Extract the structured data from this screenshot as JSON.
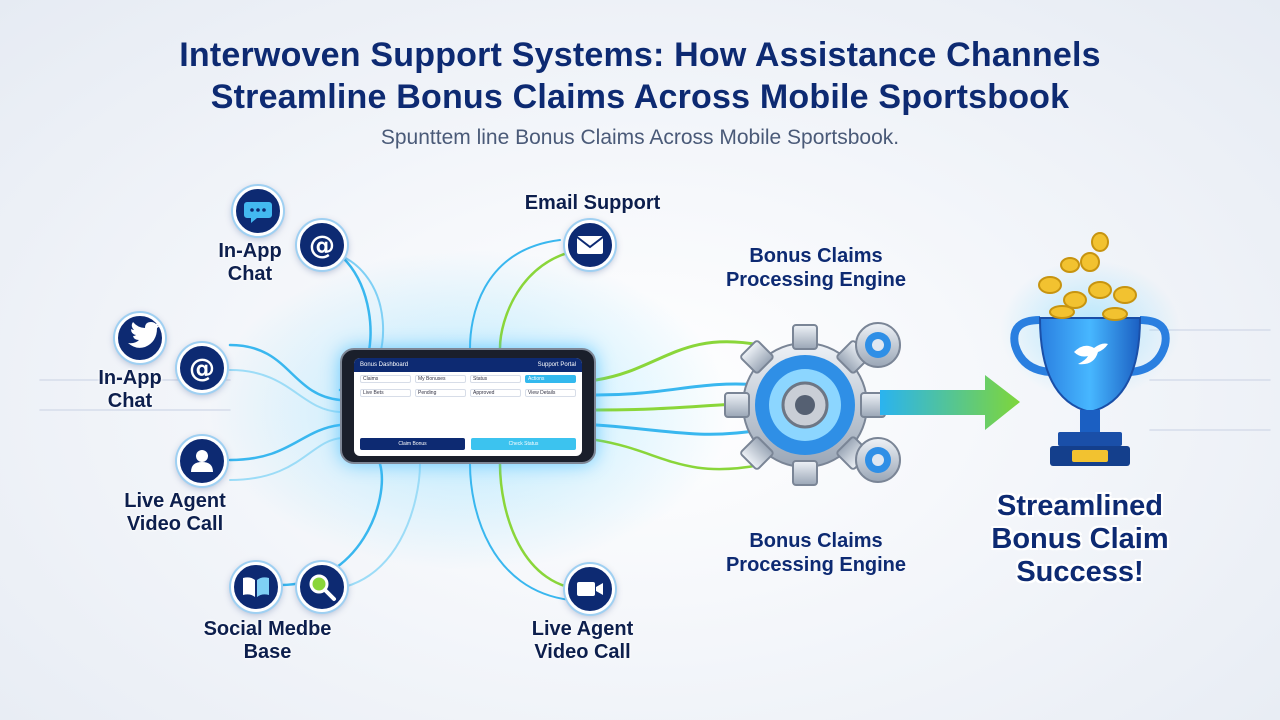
{
  "header": {
    "title_line1": "Interwoven Support Systems: How Assistance Channels",
    "title_line2": "Streamline Bonus Claims Across Mobile Sportsbook",
    "subtitle": "Spunttem line Bonus Claims Across Mobile Sportsbook."
  },
  "channels": {
    "inapp_chat_top": {
      "line1": "In-App",
      "line2": "Chat"
    },
    "inapp_chat_left": {
      "line1": "In-App",
      "line2": "Chat"
    },
    "live_agent_left": {
      "line1": "Live Agent",
      "line2": "Video Call"
    },
    "social_media": {
      "line1": "Social Medbe",
      "line2": "Base"
    },
    "email_support": {
      "line1": "Email Support"
    },
    "live_agent_bottom": {
      "line1": "Live Agent",
      "line2": "Video Call"
    }
  },
  "phone": {
    "app_name": "Bonus Dashboard",
    "status": "Support Portal",
    "cells_row1": [
      "Claims",
      "My Bonuses",
      "Status",
      "Actions"
    ],
    "cells_row2": [
      "Live Bets",
      "Pending",
      "Approved",
      "View Details"
    ],
    "button_claim": "Claim Bonus",
    "button_check": "Check Status"
  },
  "engine": {
    "top": {
      "line1": "Bonus Claims",
      "line2": "Processing Engine"
    },
    "bottom": {
      "line1": "Bonus Claims",
      "line2": "Processing Engine"
    }
  },
  "success": {
    "line1": "Streamlined",
    "line2": "Bonus Claim",
    "line3": "Success!"
  },
  "icons": [
    "chat-bubble-icon",
    "at-sign-icon",
    "bird-icon",
    "person-icon",
    "book-icon",
    "magnifier-icon",
    "envelope-icon",
    "video-camera-icon",
    "gear-icon",
    "trophy-icon",
    "coin-icon",
    "arrow-right-icon"
  ],
  "colors": {
    "navy": "#0d2a72",
    "cyan": "#33b9ee",
    "green": "#8ad63a"
  }
}
